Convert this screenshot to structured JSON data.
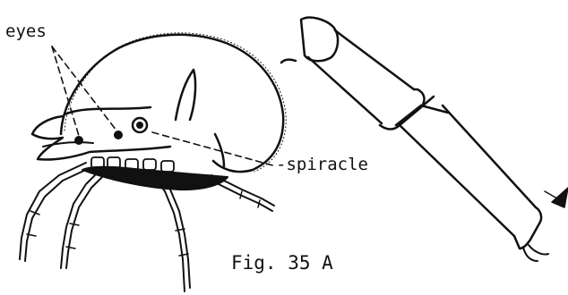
{
  "labels": {
    "eyes": "eyes",
    "spiracle": "-spiracle",
    "figure": "Fig. 35 A"
  },
  "colors": {
    "ink": "#111111",
    "background": "#ffffff"
  },
  "icons": {
    "pointer": "arrowhead-icon"
  }
}
